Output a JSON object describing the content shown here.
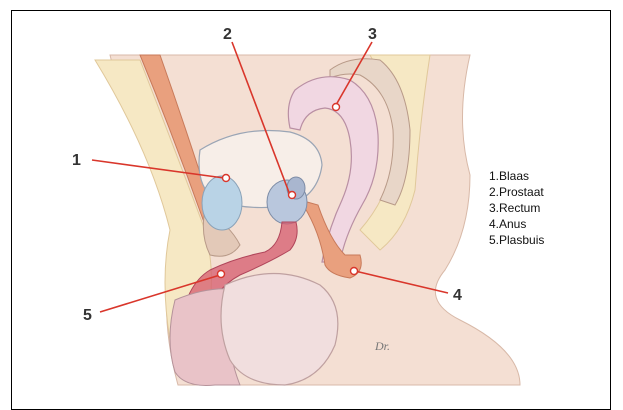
{
  "callouts": [
    {
      "number": "1"
    },
    {
      "number": "2"
    },
    {
      "number": "3"
    },
    {
      "number": "4"
    },
    {
      "number": "5"
    }
  ],
  "legend": [
    "1.Blaas",
    "2.Prostaat",
    "3.Rectum",
    "4.Anus",
    "5.Plasbuis"
  ],
  "colors": {
    "callout_line": "#d9362b",
    "skin": "#f4dfd3",
    "fat": "#f6e8c4",
    "muscle": "#e9a07e",
    "organ_blue": "#b9d3e6",
    "rectum": "#f1d7e2",
    "urethra": "#d65b6e"
  },
  "signature": "Dr."
}
